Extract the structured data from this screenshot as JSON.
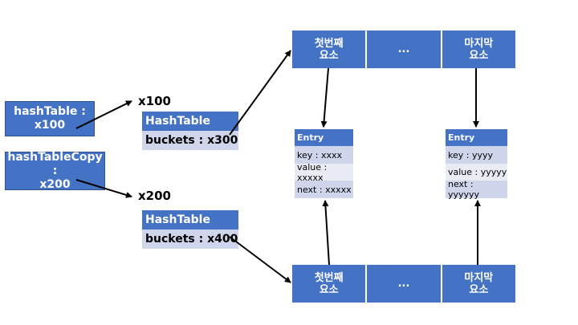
{
  "refs": {
    "hash_table": {
      "name": "hashTable :",
      "addr": "x100"
    },
    "hash_table_copy": {
      "name": "hashTableCopy :",
      "addr": "x200"
    }
  },
  "addresses": {
    "top": "x100",
    "bottom": "x200"
  },
  "objects": {
    "top": {
      "title": "HashTable",
      "field": "buckets : x300"
    },
    "bottom": {
      "title": "HashTable",
      "field": "buckets : x400"
    }
  },
  "buckets": {
    "top": {
      "first_l1": "첫번째",
      "first_l2": "요소",
      "middle": "...",
      "last_l1": "마지막",
      "last_l2": "요소"
    },
    "bottom": {
      "first_l1": "첫번째",
      "first_l2": "요소",
      "middle": "...",
      "last_l1": "마지막",
      "last_l2": "요소"
    }
  },
  "entries": {
    "left": {
      "title": "Entry",
      "key": "key : xxxx",
      "value": "value : xxxxx",
      "next": "next : xxxxx"
    },
    "right": {
      "title": "Entry",
      "key": "key : yyyy",
      "value": "value : yyyyy",
      "next": "next : yyyyyy"
    }
  },
  "colors": {
    "box_blue": "#4472c4",
    "field_light": "#cfd5ea",
    "field_lighter": "#e9ebf5",
    "arrow": "#000000"
  }
}
